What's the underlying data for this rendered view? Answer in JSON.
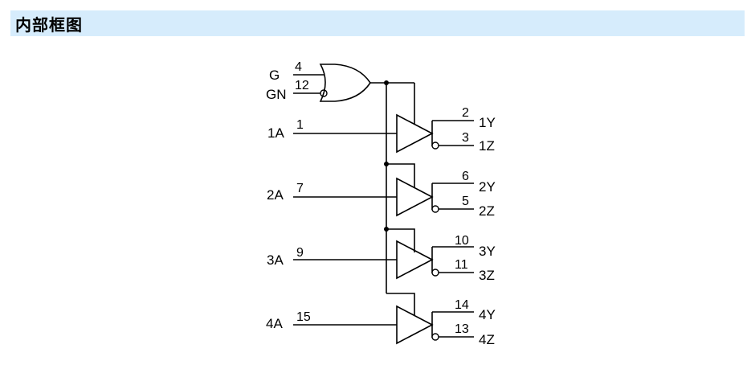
{
  "header": {
    "title": "内部框图"
  },
  "diagram": {
    "enable_inputs": [
      {
        "label": "G",
        "pin": "4"
      },
      {
        "label": "GN",
        "pin": "12"
      }
    ],
    "drivers": [
      {
        "input_label": "1A",
        "input_pin": "1",
        "y_pin": "2",
        "y_label": "1Y",
        "z_pin": "3",
        "z_label": "1Z"
      },
      {
        "input_label": "2A",
        "input_pin": "7",
        "y_pin": "6",
        "y_label": "2Y",
        "z_pin": "5",
        "z_label": "2Z"
      },
      {
        "input_label": "3A",
        "input_pin": "9",
        "y_pin": "10",
        "y_label": "3Y",
        "z_pin": "11",
        "z_label": "3Z"
      },
      {
        "input_label": "4A",
        "input_pin": "15",
        "y_pin": "14",
        "y_label": "4Y",
        "z_pin": "13",
        "z_label": "4Z"
      }
    ]
  }
}
